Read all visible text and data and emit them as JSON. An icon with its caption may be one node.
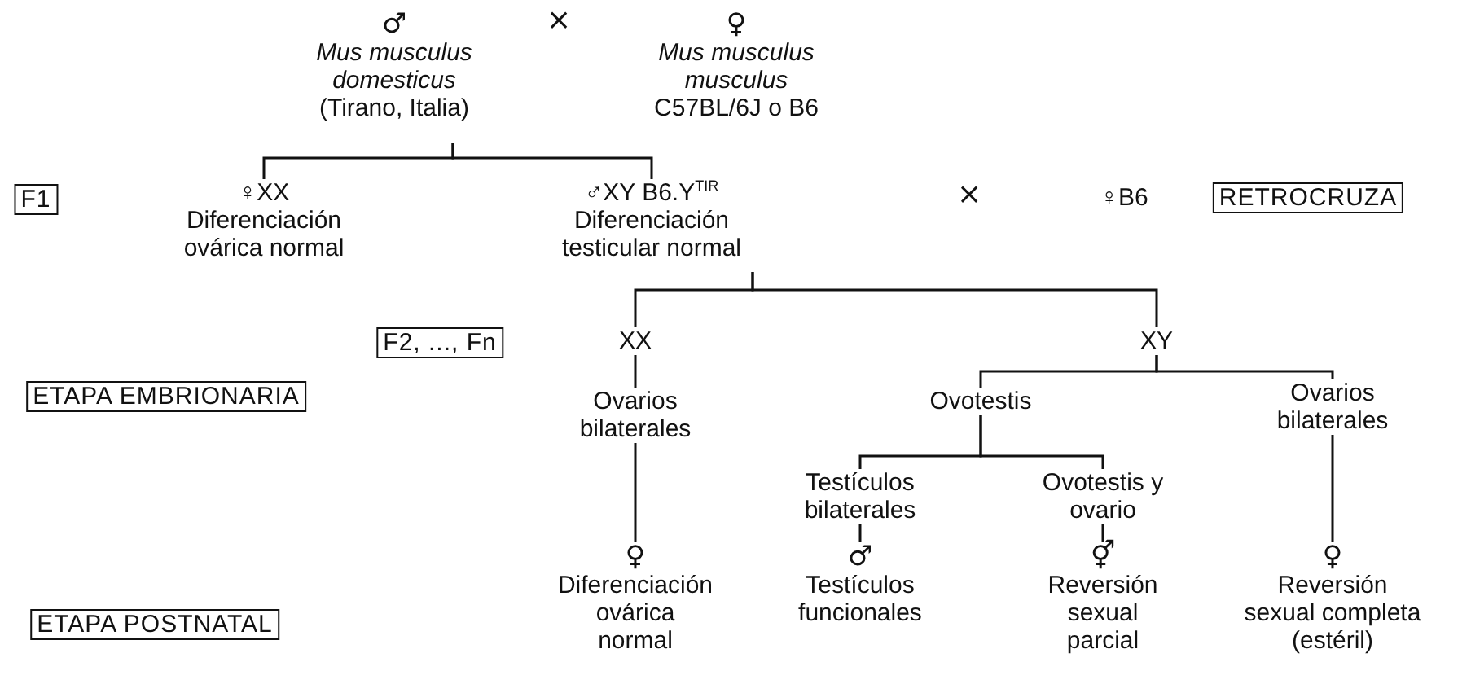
{
  "diagram": {
    "nodes": [
      {
        "text": [
          "♂",
          "Mus musculus domesticus",
          "(Tirano, Italia)"
        ]
      },
      {
        "text": [
          "♀",
          "Mus musculus musculus",
          "C57BL/6J o B6"
        ]
      },
      {
        "text": [
          "F1"
        ]
      },
      {
        "text": [
          "♀XX",
          "Diferenciación ovárica normal"
        ]
      },
      {
        "text": [
          "♂XY B6.Y$^{TIR}$",
          "Diferenciación testicular normal"
        ]
      },
      {
        "text": [
          "♀B6"
        ]
      },
      {
        "text": [
          "RETROCRUZA"
        ]
      },
      {
        "text": [
          "F2, ..., Fn"
        ]
      },
      {
        "text": [
          "XX"
        ]
      },
      {
        "text": [
          "XY"
        ]
      },
      {
        "text": [
          "ETAPA EMBRIONARIA"
        ]
      },
      {
        "text": [
          "Ovarios bilaterales"
        ]
      },
      {
        "text": [
          "Ovotestis"
        ]
      },
      {
        "text": [
          "Ovarios bilaterales"
        ]
      },
      {
        "text": [
          "Testículos bilaterales"
        ]
      },
      {
        "text": [
          "Ovotestis y ovario"
        ]
      },
      {
        "text": [
          "ETAPA POSTNATAL"
        ]
      },
      {
        "text": [
          "♀",
          "Diferenciación ovárica normal"
        ]
      },
      {
        "text": [
          "♂",
          "Testículos funcionales"
        ]
      },
      {
        "text": [
          "⚥",
          "Reversión sexual parcial"
        ]
      },
      {
        "text": [
          "♀",
          "Reversión sexual completa (estéril)"
        ]
      }
    ],
    "edges": [
      {
        "from": 0,
        "to": 3,
        "arrow": "none"
      },
      {
        "from": 0,
        "to": 4,
        "arrow": "none"
      },
      {
        "from": 4,
        "to": 8,
        "arrow": "none"
      },
      {
        "from": 4,
        "to": 9,
        "arrow": "none"
      },
      {
        "from": 8,
        "to": 11,
        "arrow": "none"
      },
      {
        "from": 9,
        "to": 12,
        "arrow": "none"
      },
      {
        "from": 9,
        "to": 13,
        "arrow": "none"
      },
      {
        "from": 12,
        "to": 14,
        "arrow": "none"
      },
      {
        "from": 12,
        "to": 15,
        "arrow": "none"
      },
      {
        "from": 11,
        "to": 17,
        "arrow": "none"
      },
      {
        "from": 14,
        "to": 18,
        "arrow": "none"
      },
      {
        "from": 15,
        "to": 19,
        "arrow": "none"
      },
      {
        "from": 13,
        "to": 20,
        "arrow": "none"
      }
    ],
    "labels": [
      "×",
      "×"
    ]
  }
}
